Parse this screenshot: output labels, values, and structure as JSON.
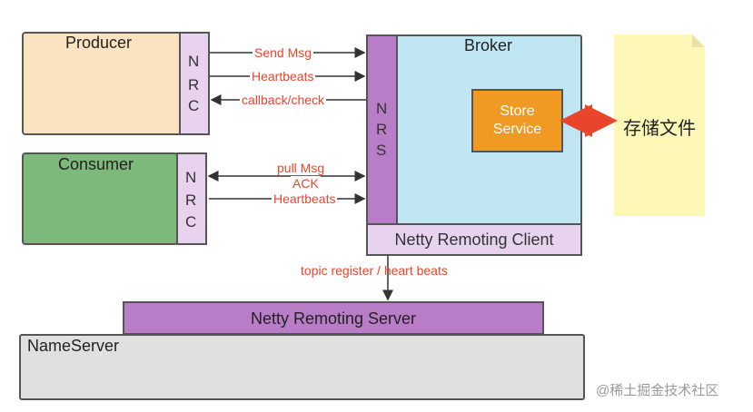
{
  "producer": {
    "title": "Producer",
    "nrc": [
      "N",
      "R",
      "C"
    ]
  },
  "consumer": {
    "title": "Consumer",
    "nrc": [
      "N",
      "R",
      "C"
    ]
  },
  "broker": {
    "title": "Broker",
    "nrs": [
      "N",
      "R",
      "S"
    ],
    "store_service": [
      "Store",
      "Service"
    ],
    "client": "Netty Remoting Client"
  },
  "file_note": {
    "label": "存储文件"
  },
  "nameserver": {
    "title": "NameServer",
    "server": "Netty Remoting Server"
  },
  "edges": {
    "send_msg": "Send Msg",
    "heartbeats_p": "Heartbeats",
    "callback": "callback/check",
    "pull_msg": "pull Msg",
    "ack": "ACK",
    "heartbeats_c": "Heartbeats",
    "register": "topic register / heart beats"
  },
  "watermark": "@稀土掘金技术社区",
  "colors": {
    "producer": "#fbe3c2",
    "consumer": "#7db97a",
    "nrc": "#e7d3ee",
    "broker": "#bfe6f2",
    "nrs": "#b97dc8",
    "store": "#f09a23",
    "note": "#fdf7b8",
    "nameserver": "#e0e0e0",
    "netty_server": "#b97dc8",
    "arrow_text": "#e8452c",
    "double_arrow": "#e8452c"
  }
}
